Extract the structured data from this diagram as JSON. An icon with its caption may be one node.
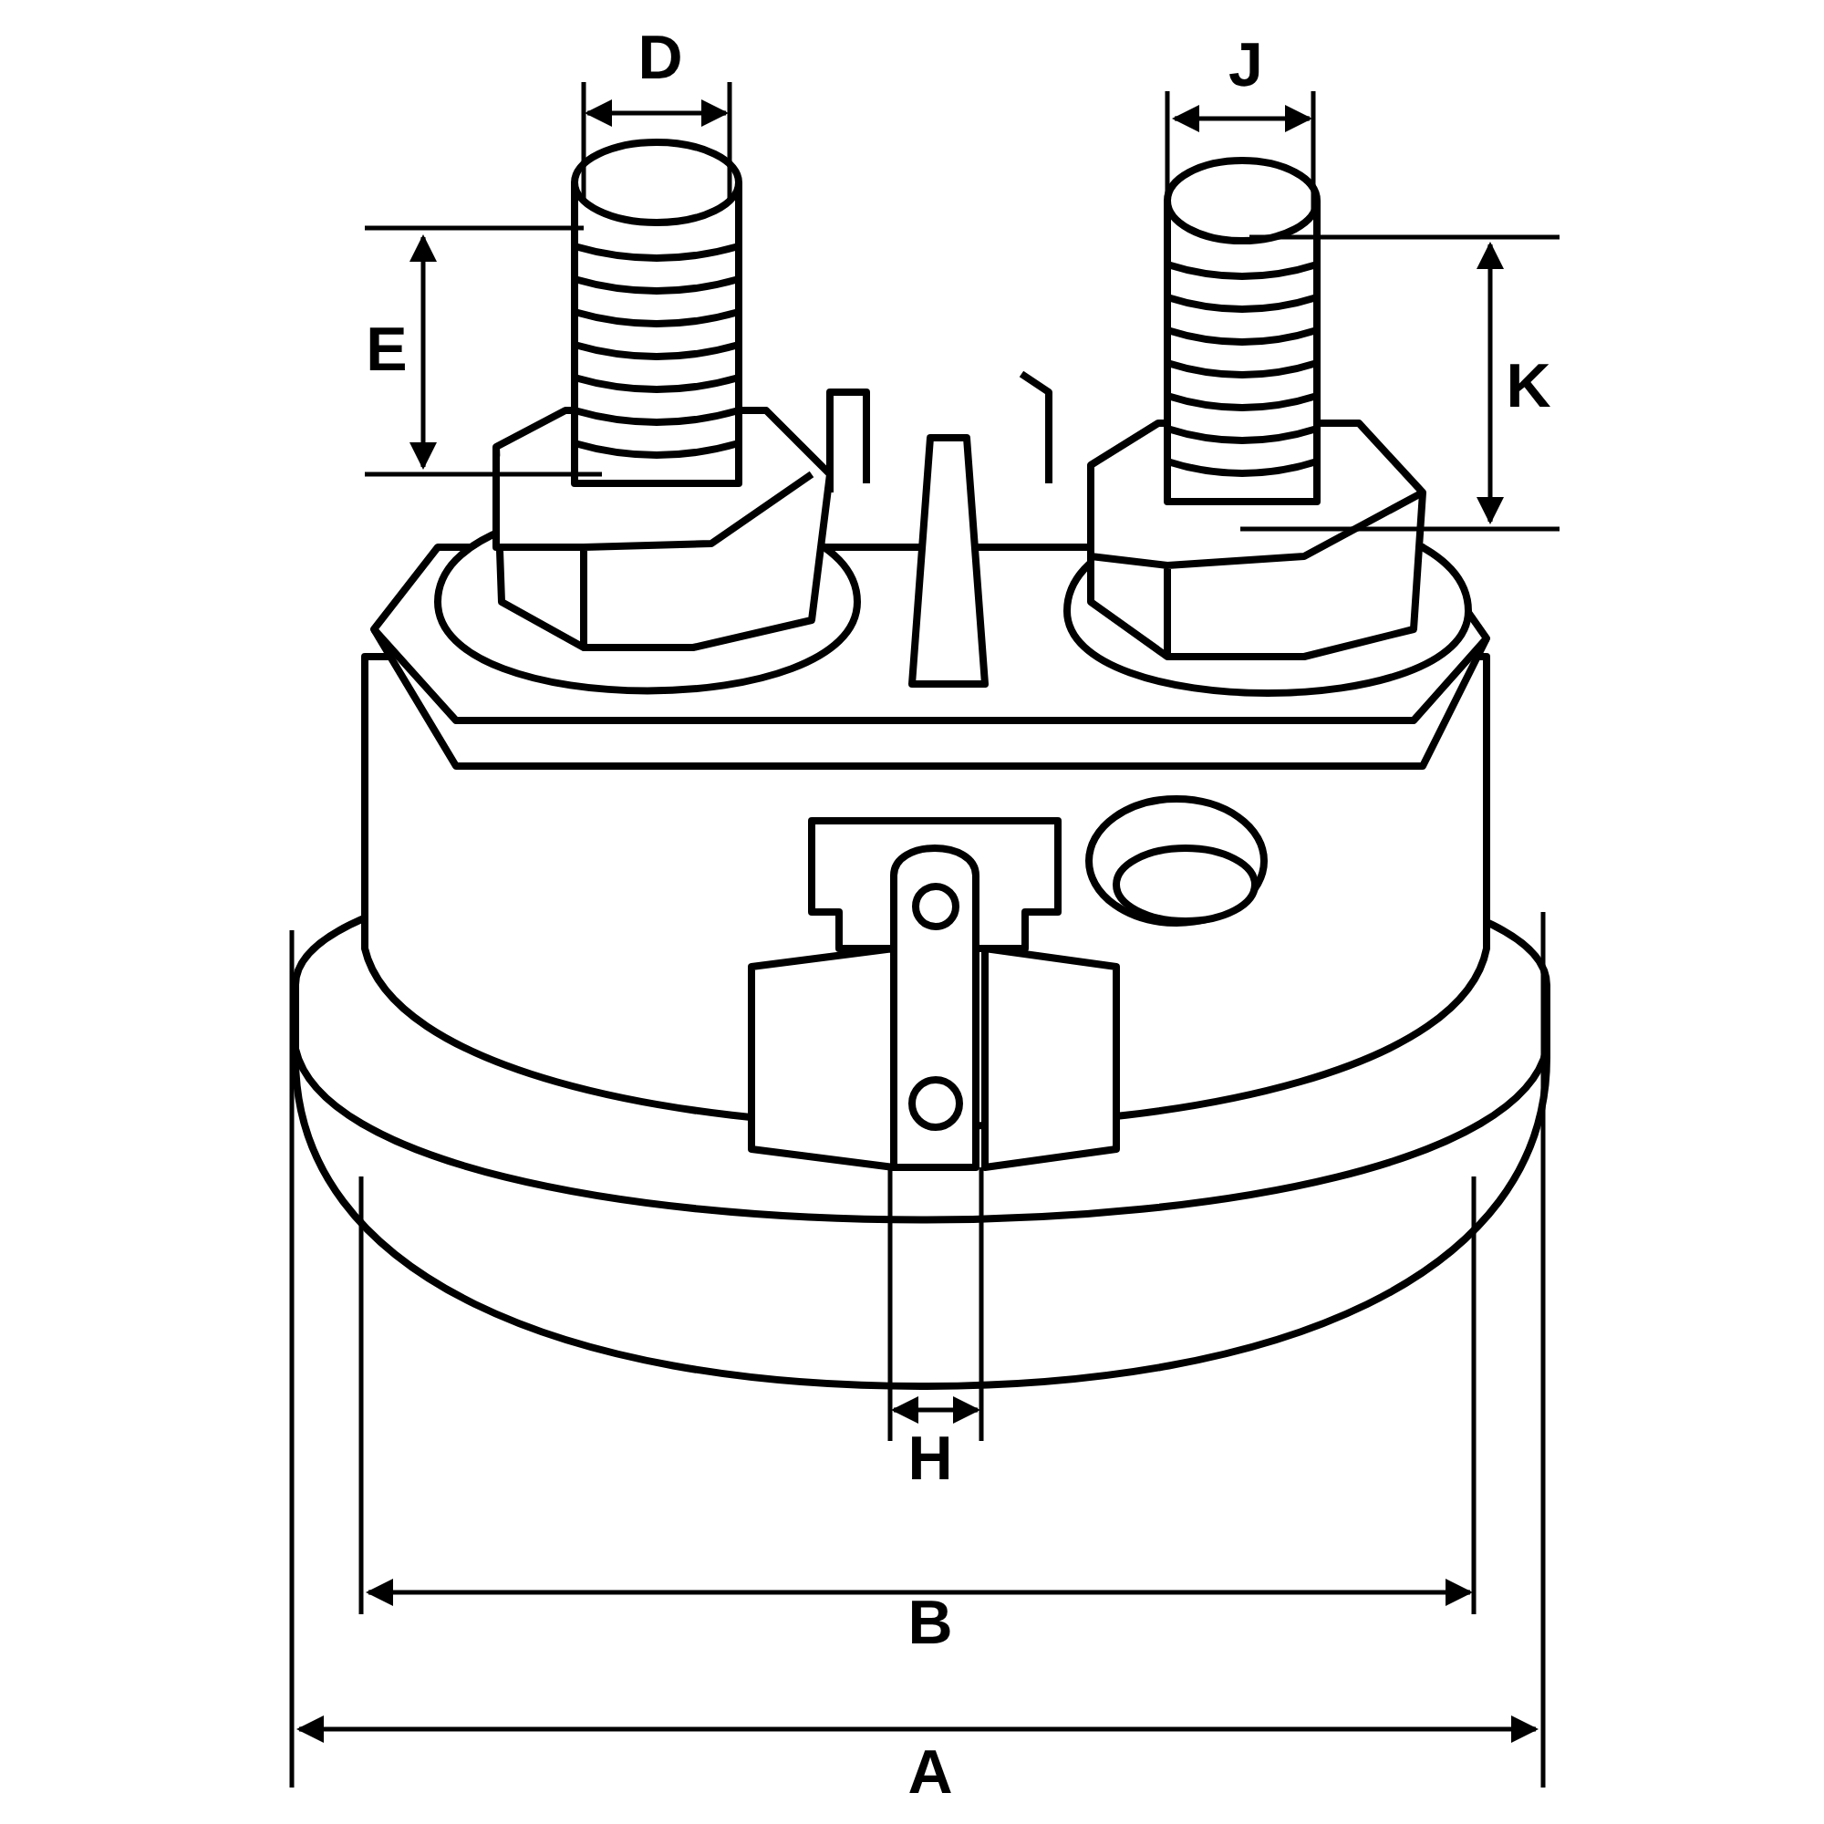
{
  "diagram": {
    "labels": [
      "D",
      "J",
      "E",
      "K",
      "H",
      "B",
      "A"
    ]
  }
}
